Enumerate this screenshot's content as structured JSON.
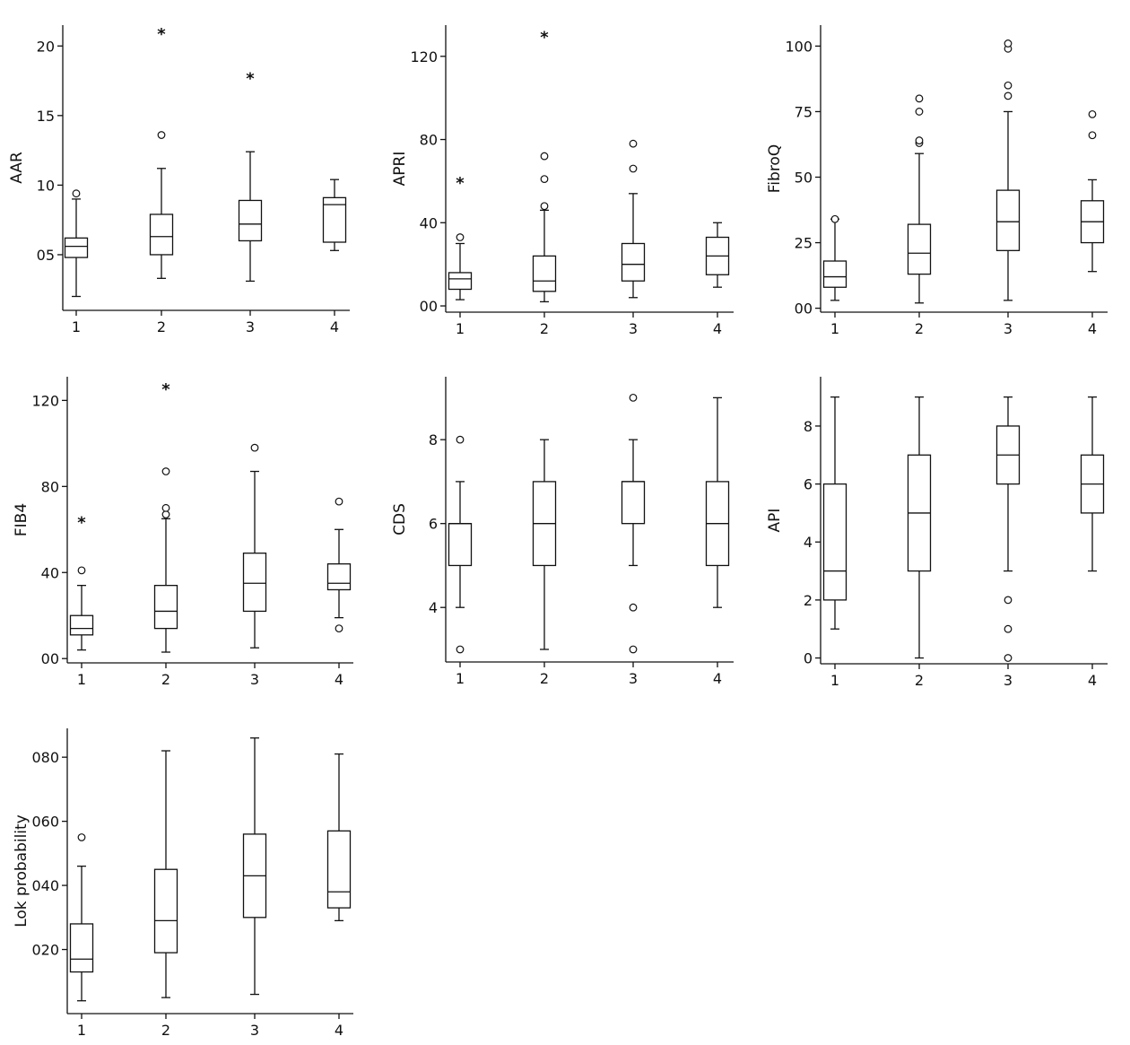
{
  "chart_data": [
    {
      "type": "box",
      "ylabel": "AAR",
      "categories": [
        "1",
        "2",
        "3",
        "4"
      ],
      "y_ticks": [
        {
          "v": 5,
          "label": "05"
        },
        {
          "v": 10,
          "label": "10"
        },
        {
          "v": 15,
          "label": "15"
        },
        {
          "v": 20,
          "label": "20"
        }
      ],
      "ylim": [
        1,
        21.5
      ],
      "boxes": [
        {
          "min": 2.0,
          "q1": 4.8,
          "median": 5.6,
          "q3": 6.2,
          "max": 9.0,
          "outliers": [
            9.4
          ],
          "extremes": []
        },
        {
          "min": 3.3,
          "q1": 5.0,
          "median": 6.3,
          "q3": 7.9,
          "max": 11.2,
          "outliers": [
            13.6
          ],
          "extremes": [
            21.0
          ]
        },
        {
          "min": 3.1,
          "q1": 6.0,
          "median": 7.2,
          "q3": 8.9,
          "max": 12.4,
          "outliers": [],
          "extremes": [
            17.8
          ]
        },
        {
          "min": 5.3,
          "q1": 5.9,
          "median": 8.6,
          "q3": 9.1,
          "max": 10.4,
          "outliers": [],
          "extremes": []
        }
      ]
    },
    {
      "type": "box",
      "ylabel": "APRI",
      "categories": [
        "1",
        "2",
        "3",
        "4"
      ],
      "y_ticks": [
        {
          "v": 0,
          "label": "00"
        },
        {
          "v": 40,
          "label": "40"
        },
        {
          "v": 80,
          "label": "80"
        },
        {
          "v": 120,
          "label": "120"
        }
      ],
      "ylim": [
        -3,
        135
      ],
      "boxes": [
        {
          "min": 3,
          "q1": 8,
          "median": 13,
          "q3": 16,
          "max": 30,
          "outliers": [
            33
          ],
          "extremes": [
            60
          ]
        },
        {
          "min": 2,
          "q1": 7,
          "median": 12,
          "q3": 24,
          "max": 46,
          "outliers": [
            48,
            61,
            72
          ],
          "extremes": [
            130
          ]
        },
        {
          "min": 4,
          "q1": 12,
          "median": 20,
          "q3": 30,
          "max": 54,
          "outliers": [
            66,
            78
          ],
          "extremes": []
        },
        {
          "min": 9,
          "q1": 15,
          "median": 24,
          "q3": 33,
          "max": 40,
          "outliers": [],
          "extremes": []
        }
      ]
    },
    {
      "type": "box",
      "ylabel": "FibroQ",
      "categories": [
        "1",
        "2",
        "3",
        "4"
      ],
      "y_ticks": [
        {
          "v": 0,
          "label": "00"
        },
        {
          "v": 25,
          "label": "25"
        },
        {
          "v": 50,
          "label": "50"
        },
        {
          "v": 75,
          "label": "75"
        },
        {
          "v": 100,
          "label": "100"
        }
      ],
      "ylim": [
        -1.5,
        108
      ],
      "boxes": [
        {
          "min": 3,
          "q1": 8,
          "median": 12,
          "q3": 18,
          "max": 34,
          "outliers": [
            34
          ],
          "extremes": []
        },
        {
          "min": 2,
          "q1": 13,
          "median": 21,
          "q3": 32,
          "max": 59,
          "outliers": [
            63,
            64,
            75,
            80
          ],
          "extremes": []
        },
        {
          "min": 3,
          "q1": 22,
          "median": 33,
          "q3": 45,
          "max": 75,
          "outliers": [
            81,
            85,
            99,
            101
          ],
          "extremes": []
        },
        {
          "min": 14,
          "q1": 25,
          "median": 33,
          "q3": 41,
          "max": 49,
          "outliers": [
            66,
            74
          ],
          "extremes": []
        }
      ]
    },
    {
      "type": "box",
      "ylabel": "FIB4",
      "categories": [
        "1",
        "2",
        "3",
        "4"
      ],
      "y_ticks": [
        {
          "v": 0,
          "label": "00"
        },
        {
          "v": 40,
          "label": "40"
        },
        {
          "v": 80,
          "label": "80"
        },
        {
          "v": 120,
          "label": "120"
        }
      ],
      "ylim": [
        -2,
        131
      ],
      "boxes": [
        {
          "min": 4,
          "q1": 11,
          "median": 14,
          "q3": 20,
          "max": 34,
          "outliers": [
            41
          ],
          "extremes": [
            64
          ]
        },
        {
          "min": 3,
          "q1": 14,
          "median": 22,
          "q3": 34,
          "max": 65,
          "outliers": [
            67,
            70,
            87
          ],
          "extremes": [
            126
          ]
        },
        {
          "min": 5,
          "q1": 22,
          "median": 35,
          "q3": 49,
          "max": 87,
          "outliers": [
            98
          ],
          "extremes": []
        },
        {
          "min": 19,
          "q1": 32,
          "median": 35,
          "q3": 44,
          "max": 60,
          "outliers": [
            14,
            73
          ],
          "extremes": []
        }
      ]
    },
    {
      "type": "box",
      "ylabel": "CDS",
      "categories": [
        "1",
        "2",
        "3",
        "4"
      ],
      "y_ticks": [
        {
          "v": 4,
          "label": "4"
        },
        {
          "v": 6,
          "label": "6"
        },
        {
          "v": 8,
          "label": "8"
        }
      ],
      "ylim": [
        2.7,
        9.5
      ],
      "boxes": [
        {
          "min": 4,
          "q1": 5,
          "median": 6,
          "q3": 6,
          "max": 7,
          "outliers": [
            3,
            8
          ],
          "extremes": []
        },
        {
          "min": 3,
          "q1": 5,
          "median": 6,
          "q3": 7,
          "max": 8,
          "outliers": [],
          "extremes": []
        },
        {
          "min": 5,
          "q1": 6,
          "median": 7,
          "q3": 7,
          "max": 8,
          "outliers": [
            3,
            4,
            9
          ],
          "extremes": []
        },
        {
          "min": 4,
          "q1": 5,
          "median": 6,
          "q3": 7,
          "max": 9,
          "outliers": [],
          "extremes": []
        }
      ]
    },
    {
      "type": "box",
      "ylabel": "API",
      "categories": [
        "1",
        "2",
        "3",
        "4"
      ],
      "y_ticks": [
        {
          "v": 0,
          "label": "0"
        },
        {
          "v": 2,
          "label": "2"
        },
        {
          "v": 4,
          "label": "4"
        },
        {
          "v": 6,
          "label": "6"
        },
        {
          "v": 8,
          "label": "8"
        }
      ],
      "ylim": [
        -0.2,
        9.7
      ],
      "boxes": [
        {
          "min": 1,
          "q1": 2,
          "median": 3,
          "q3": 6,
          "max": 9,
          "outliers": [],
          "extremes": []
        },
        {
          "min": 0,
          "q1": 3,
          "median": 5,
          "q3": 7,
          "max": 9,
          "outliers": [],
          "extremes": []
        },
        {
          "min": 3,
          "q1": 6,
          "median": 7,
          "q3": 8,
          "max": 9,
          "outliers": [
            0,
            1,
            2
          ],
          "extremes": []
        },
        {
          "min": 3,
          "q1": 5,
          "median": 6,
          "q3": 7,
          "max": 9,
          "outliers": [],
          "extremes": []
        }
      ]
    },
    {
      "type": "box",
      "ylabel": "Lok probability",
      "categories": [
        "1",
        "2",
        "3",
        "4"
      ],
      "y_ticks": [
        {
          "v": 20,
          "label": "020"
        },
        {
          "v": 40,
          "label": "040"
        },
        {
          "v": 60,
          "label": "060"
        },
        {
          "v": 80,
          "label": "080"
        }
      ],
      "ylim": [
        0,
        89
      ],
      "boxes": [
        {
          "min": 4,
          "q1": 13,
          "median": 17,
          "q3": 28,
          "max": 46,
          "outliers": [
            55
          ],
          "extremes": []
        },
        {
          "min": 5,
          "q1": 19,
          "median": 29,
          "q3": 45,
          "max": 82,
          "outliers": [],
          "extremes": []
        },
        {
          "min": 6,
          "q1": 30,
          "median": 43,
          "q3": 56,
          "max": 86,
          "outliers": [],
          "extremes": []
        },
        {
          "min": 29,
          "q1": 33,
          "median": 38,
          "q3": 57,
          "max": 81,
          "outliers": [],
          "extremes": []
        }
      ]
    }
  ]
}
